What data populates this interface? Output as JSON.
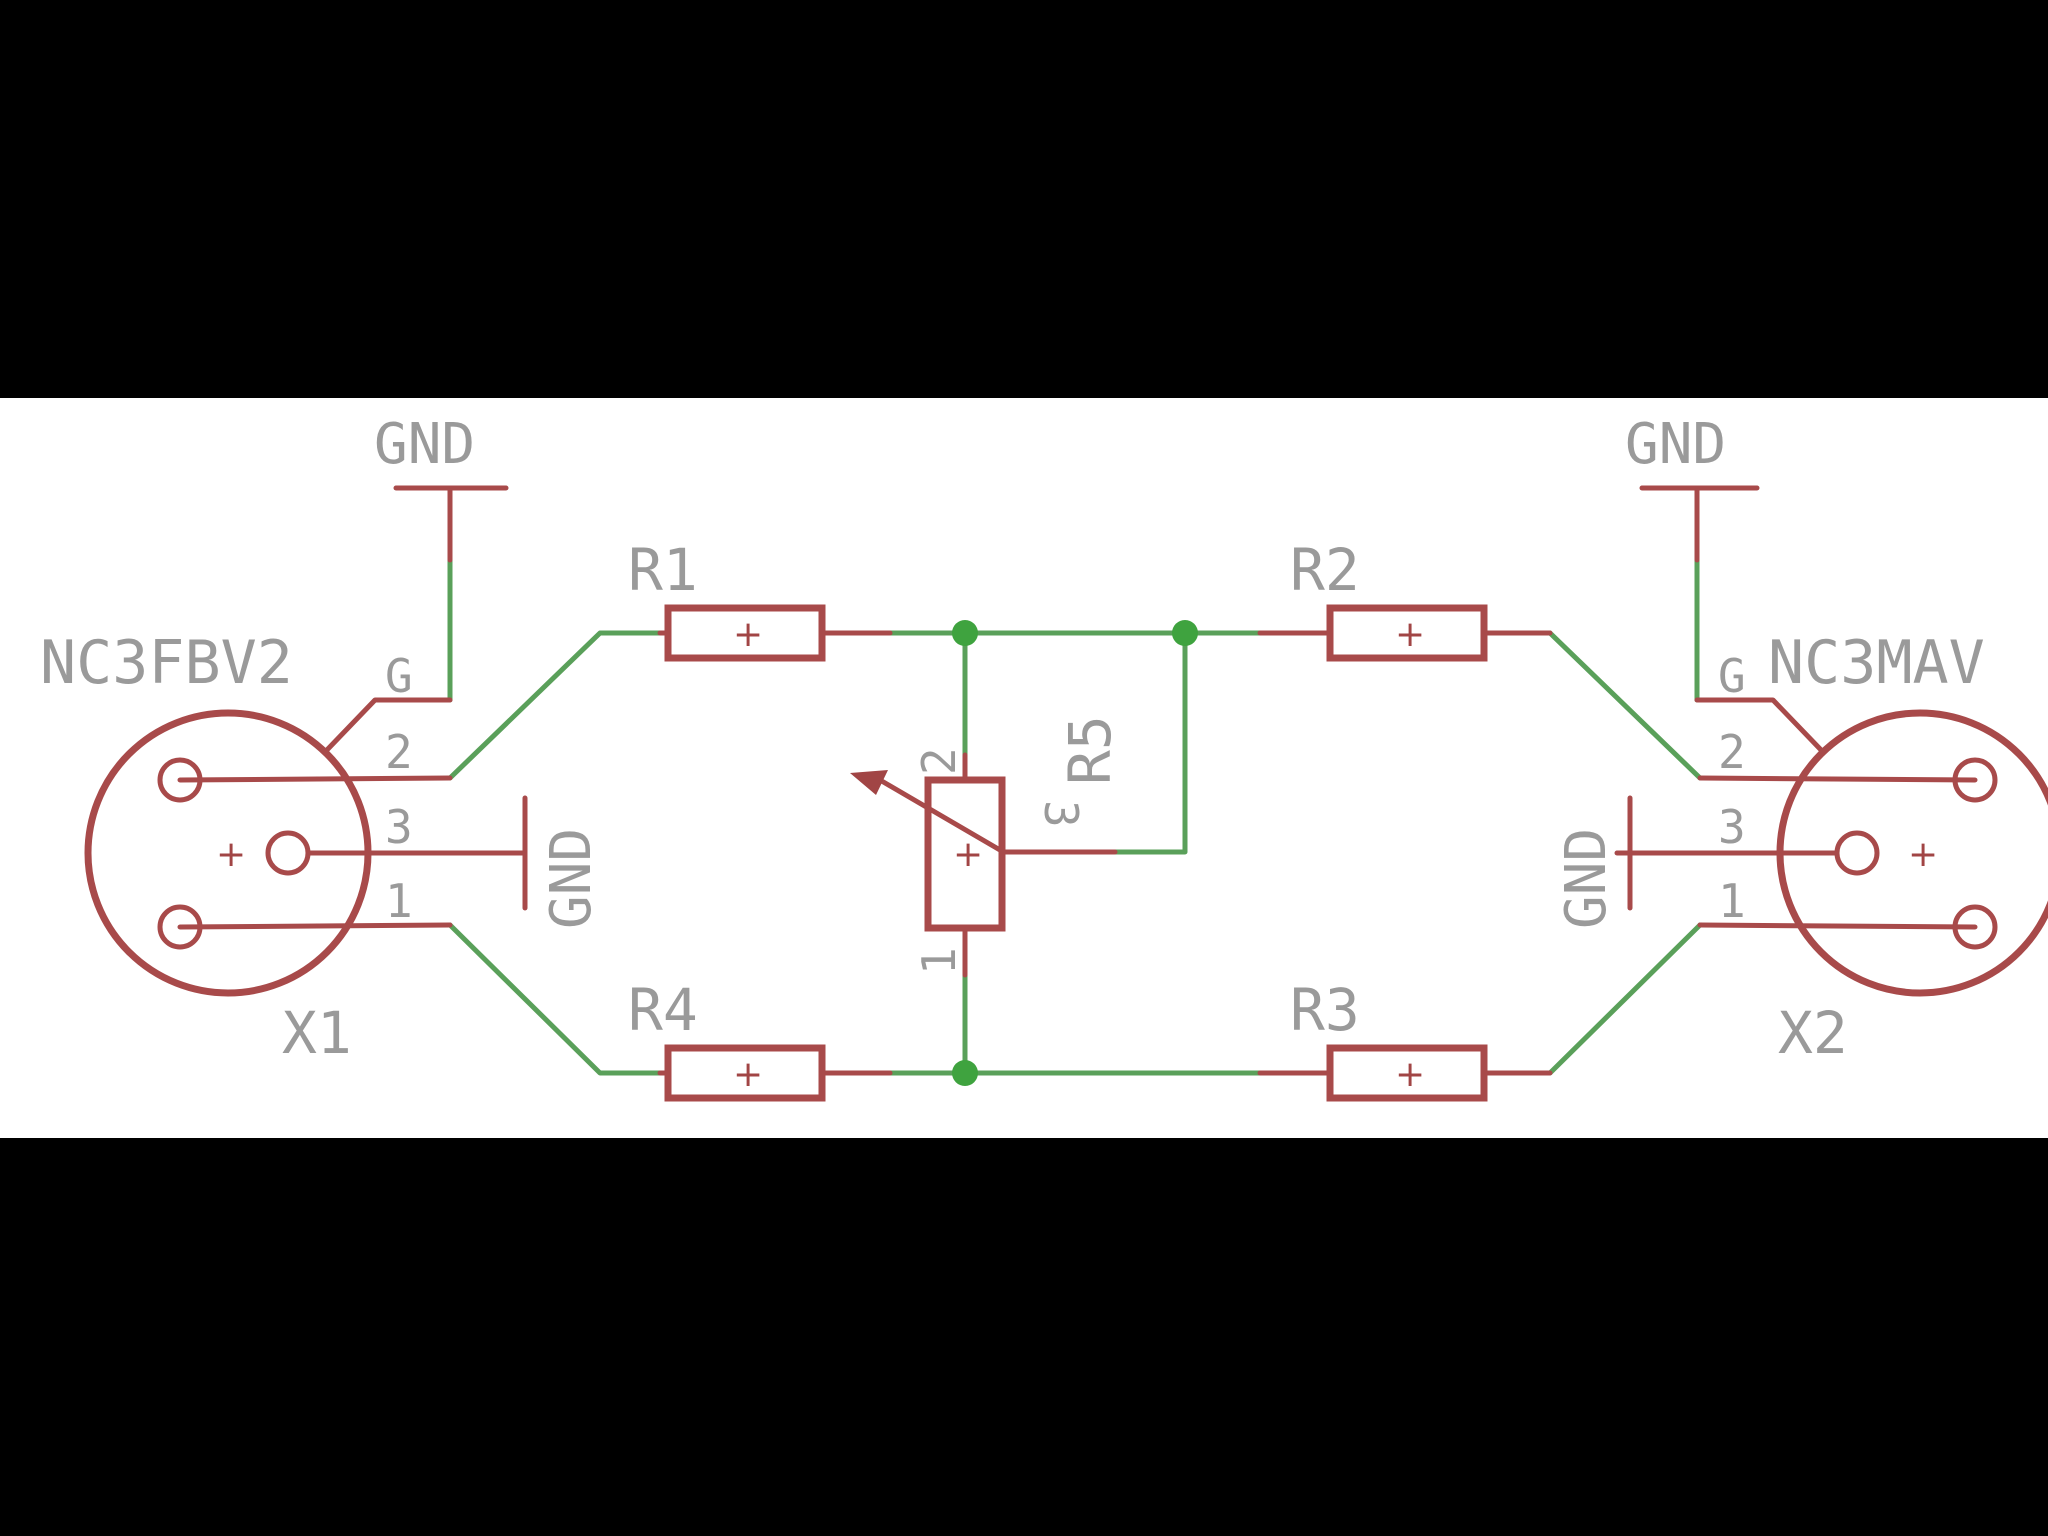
{
  "connectors": {
    "x1": {
      "part": "NC3FBV2",
      "ref": "X1",
      "pin_g": "G",
      "pin_2": "2",
      "pin_3": "3",
      "pin_1": "1"
    },
    "x2": {
      "part": "NC3MAV",
      "ref": "X2",
      "pin_g": "G",
      "pin_2": "2",
      "pin_3": "3",
      "pin_1": "1"
    }
  },
  "ground": {
    "label": "GND"
  },
  "resistors": {
    "r1": "R1",
    "r2": "R2",
    "r3": "R3",
    "r4": "R4"
  },
  "potentiometer": {
    "ref": "R5",
    "pin_1": "1",
    "pin_2": "2",
    "pin_3": "3"
  },
  "symbols": {
    "plus": "+"
  },
  "colors": {
    "wire": "#5aa05a",
    "component": "#a84a4a",
    "text": "#9a9a9a",
    "junction": "#3fa33f",
    "background": "#000000",
    "panel": "#ffffff"
  }
}
